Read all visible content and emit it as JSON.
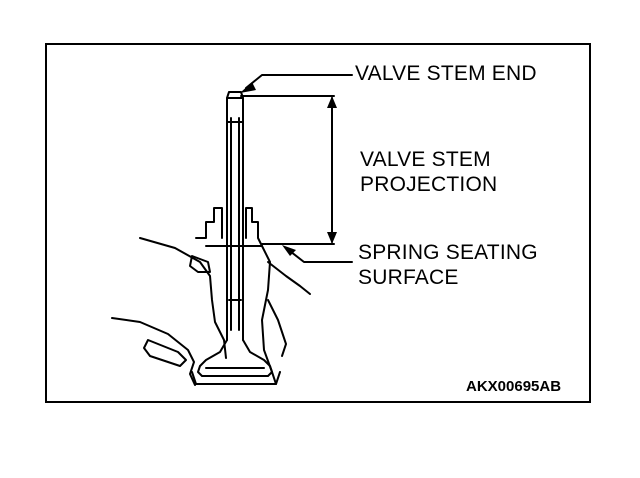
{
  "labels": {
    "valve_stem_end": "VALVE STEM END",
    "valve_stem_projection": [
      "VALVE STEM",
      "PROJECTION"
    ],
    "spring_seating_surface": [
      "SPRING SEATING",
      "SURFACE"
    ]
  },
  "figure_code": "AKX00695AB"
}
